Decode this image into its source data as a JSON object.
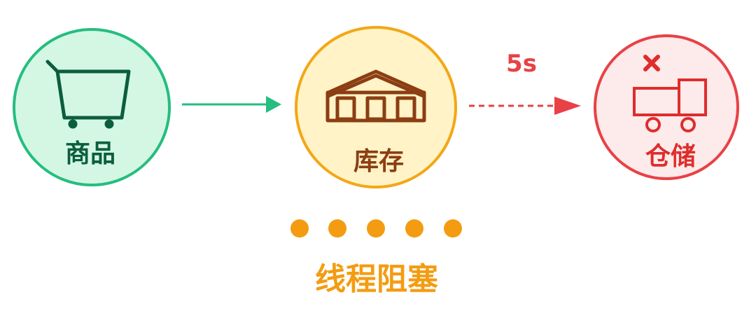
{
  "nodes": {
    "product": {
      "label": "商品",
      "fill": "#d4f7e4",
      "stroke": "#25bd80",
      "ink": "#0b5e3c"
    },
    "inventory": {
      "label": "库存",
      "fill": "#fff3c7",
      "stroke": "#f3a716",
      "ink": "#8b3e12"
    },
    "warehouse": {
      "label": "仓储",
      "fill": "#fdeaea",
      "stroke": "#e84146",
      "ink": "#de2d2d"
    }
  },
  "edges": {
    "product_to_inventory": {
      "color": "#25bd80"
    },
    "inventory_to_warehouse": {
      "label": "5s",
      "color": "#e84146"
    }
  },
  "status": {
    "label": "线程阻塞",
    "color": "#f39c12",
    "dot_count": 5
  },
  "icons": {
    "product": "shopping-cart-icon",
    "inventory": "warehouse-icon",
    "warehouse": "delivery-truck-icon",
    "failure": "cross-icon"
  }
}
